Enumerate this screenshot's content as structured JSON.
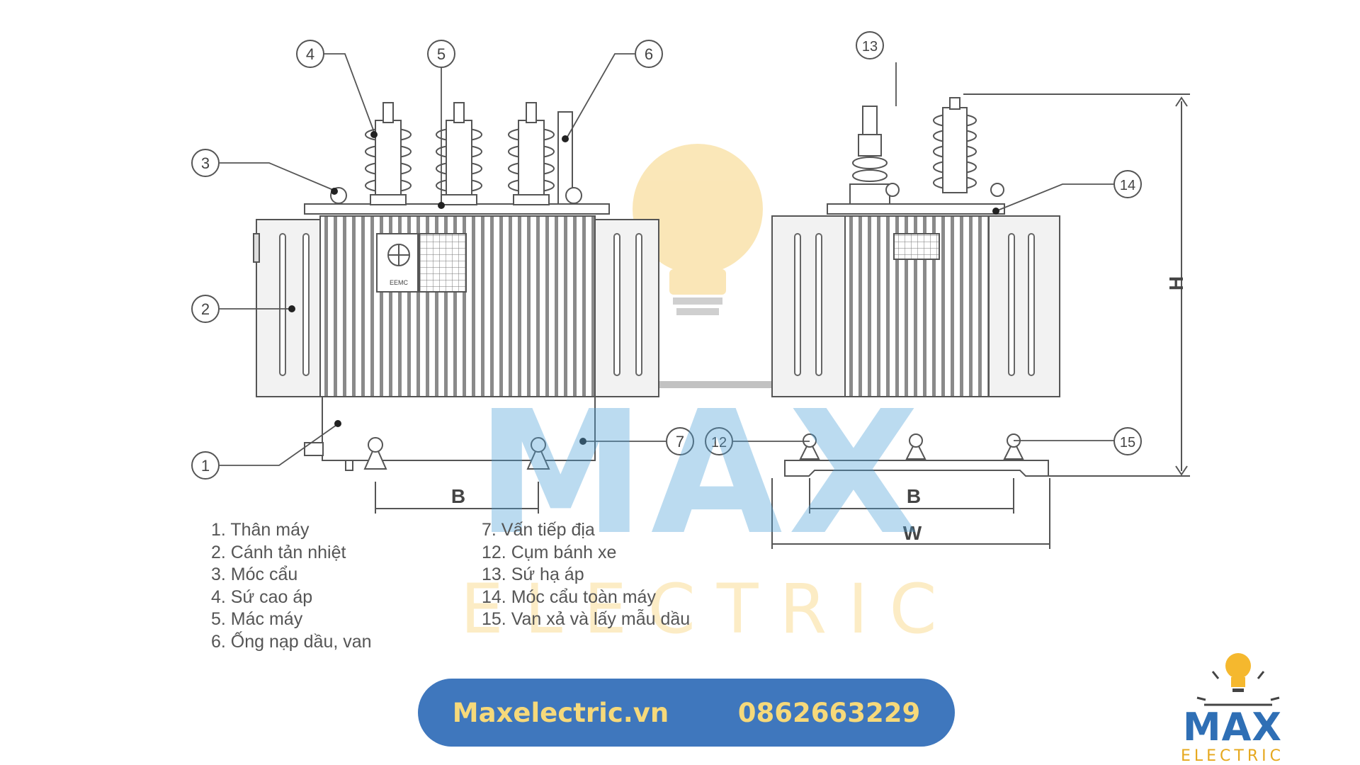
{
  "callouts": {
    "c1": "1",
    "c2": "2",
    "c3": "3",
    "c4": "4",
    "c5": "5",
    "c6": "6",
    "c7": "7",
    "c12": "12",
    "c13": "13",
    "c14": "14",
    "c15": "15"
  },
  "dimensions": {
    "b_left": "B",
    "b_right": "B",
    "w": "W",
    "h": "H"
  },
  "legend_left": [
    "1. Thân máy",
    "2. Cánh tản nhiệt",
    "3. Móc cẩu",
    "4. Sứ cao áp",
    "5. Mác máy",
    "6. Ống nạp dầu, van"
  ],
  "legend_right": [
    "7. Vấn tiếp địa",
    "12. Cụm bánh xe",
    "13. Sứ hạ áp",
    "14. Móc cẩu toàn máy",
    "15. Van xả và lấy mẫu dầu"
  ],
  "nameplate_text": "EEMC",
  "watermark": {
    "max": "MAX",
    "electric": "ELECTRIC"
  },
  "contact": {
    "website": "Maxelectric.vn",
    "phone": "0862663229"
  },
  "logo": {
    "max": "MAX",
    "electric": "ELECTRIC"
  },
  "colors": {
    "line": "#555555",
    "pill": "#3f77bd",
    "pill_text": "#f6d97a",
    "logo_blue": "#2f6fb5",
    "logo_yellow": "#e6a81e"
  }
}
